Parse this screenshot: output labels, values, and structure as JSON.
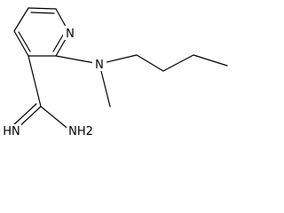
{
  "molecule": {
    "atoms": {
      "ring_n": "N",
      "amine_n": "N",
      "imine_nh": "HN",
      "amine_nh2": "NH2"
    },
    "colors": {
      "bond": "#000000",
      "label": "#000000",
      "background": "#ffffff"
    }
  }
}
